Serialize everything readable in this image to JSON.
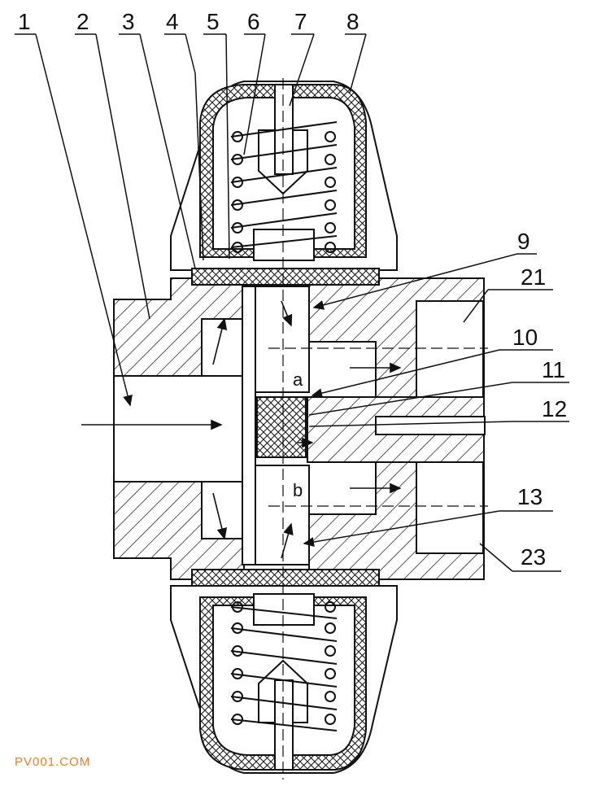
{
  "labels": {
    "l1": "1",
    "l2": "2",
    "l3": "3",
    "l4": "4",
    "l5": "5",
    "l6": "6",
    "l7": "7",
    "l8": "8",
    "l9": "9",
    "l10": "10",
    "l11": "11",
    "l12": "12",
    "l13": "13",
    "l21": "21",
    "l23": "23"
  },
  "flow_labels": {
    "a": "a",
    "b": "b"
  },
  "watermark": "PV001.COM",
  "colors": {
    "line": "#111111",
    "background": "#ffffff",
    "watermark": "#e8802a"
  }
}
